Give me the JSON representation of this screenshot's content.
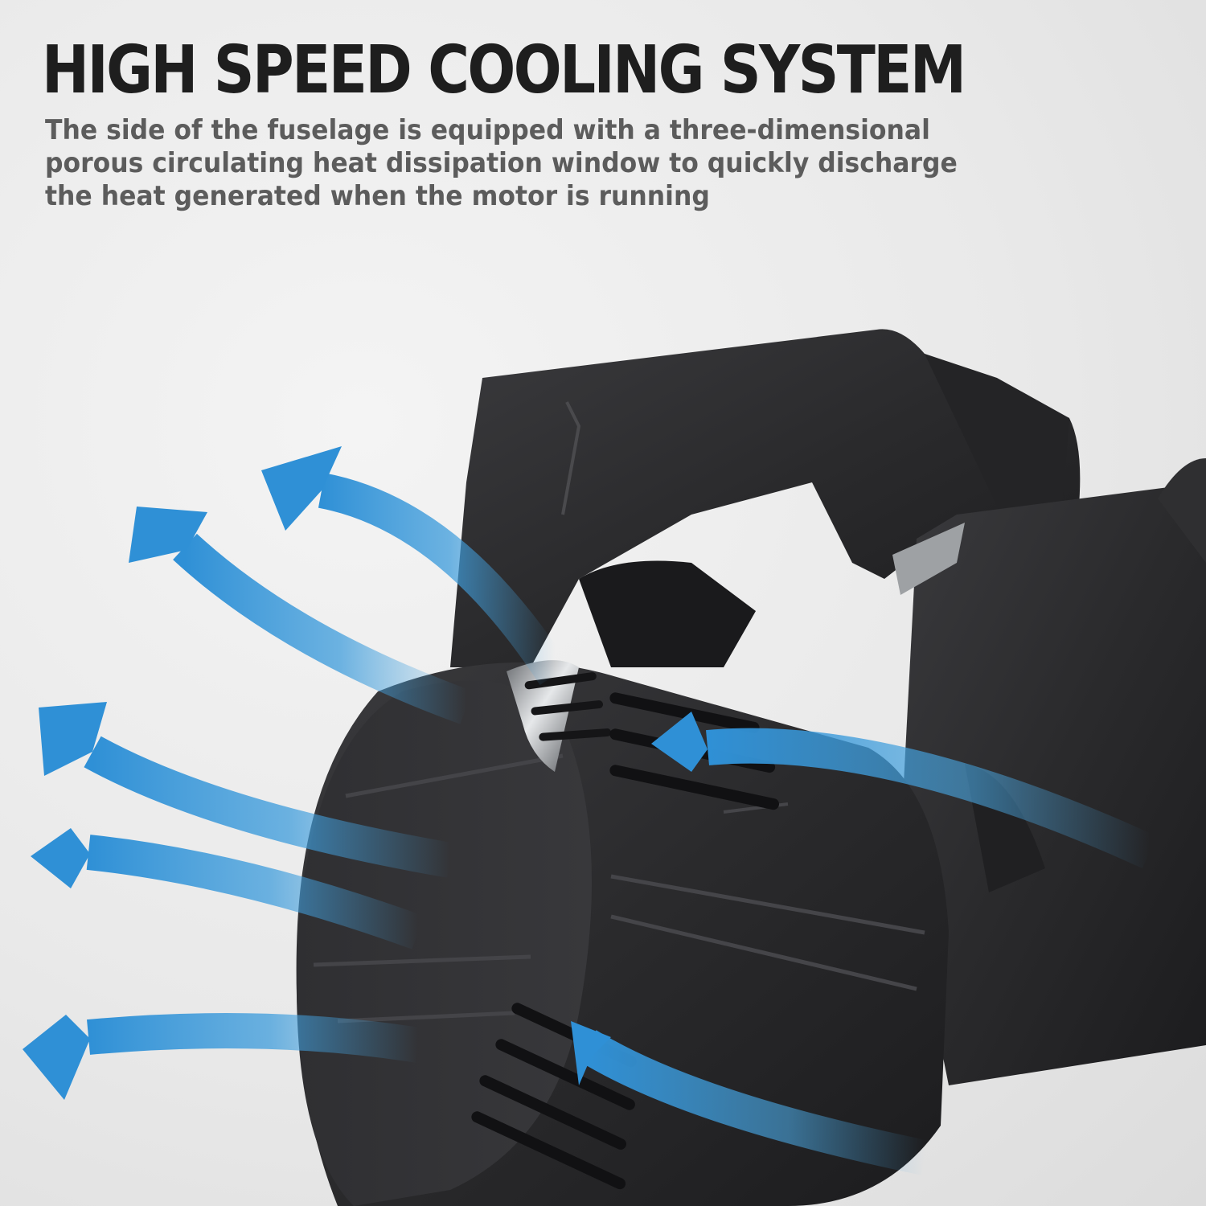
{
  "headline": "HIGH SPEED COOLING SYSTEM",
  "description": "The side of the fuselage is equipped with a three-dimensional porous circulating heat dissipation window to quickly discharge the heat generated when the motor is running",
  "colors": {
    "background": "#e9e9e9",
    "headline": "#1e1e1e",
    "description": "#5c5c5c",
    "tool_body": "#2b2b2d",
    "airflow_arrow": "#3a9ad9",
    "metal_ring": "#b9bcbf"
  },
  "product_image": {
    "subject": "cordless-blower-motor-housing",
    "airflow_arrows_outgoing": 5,
    "airflow_arrows_incoming": 2
  }
}
